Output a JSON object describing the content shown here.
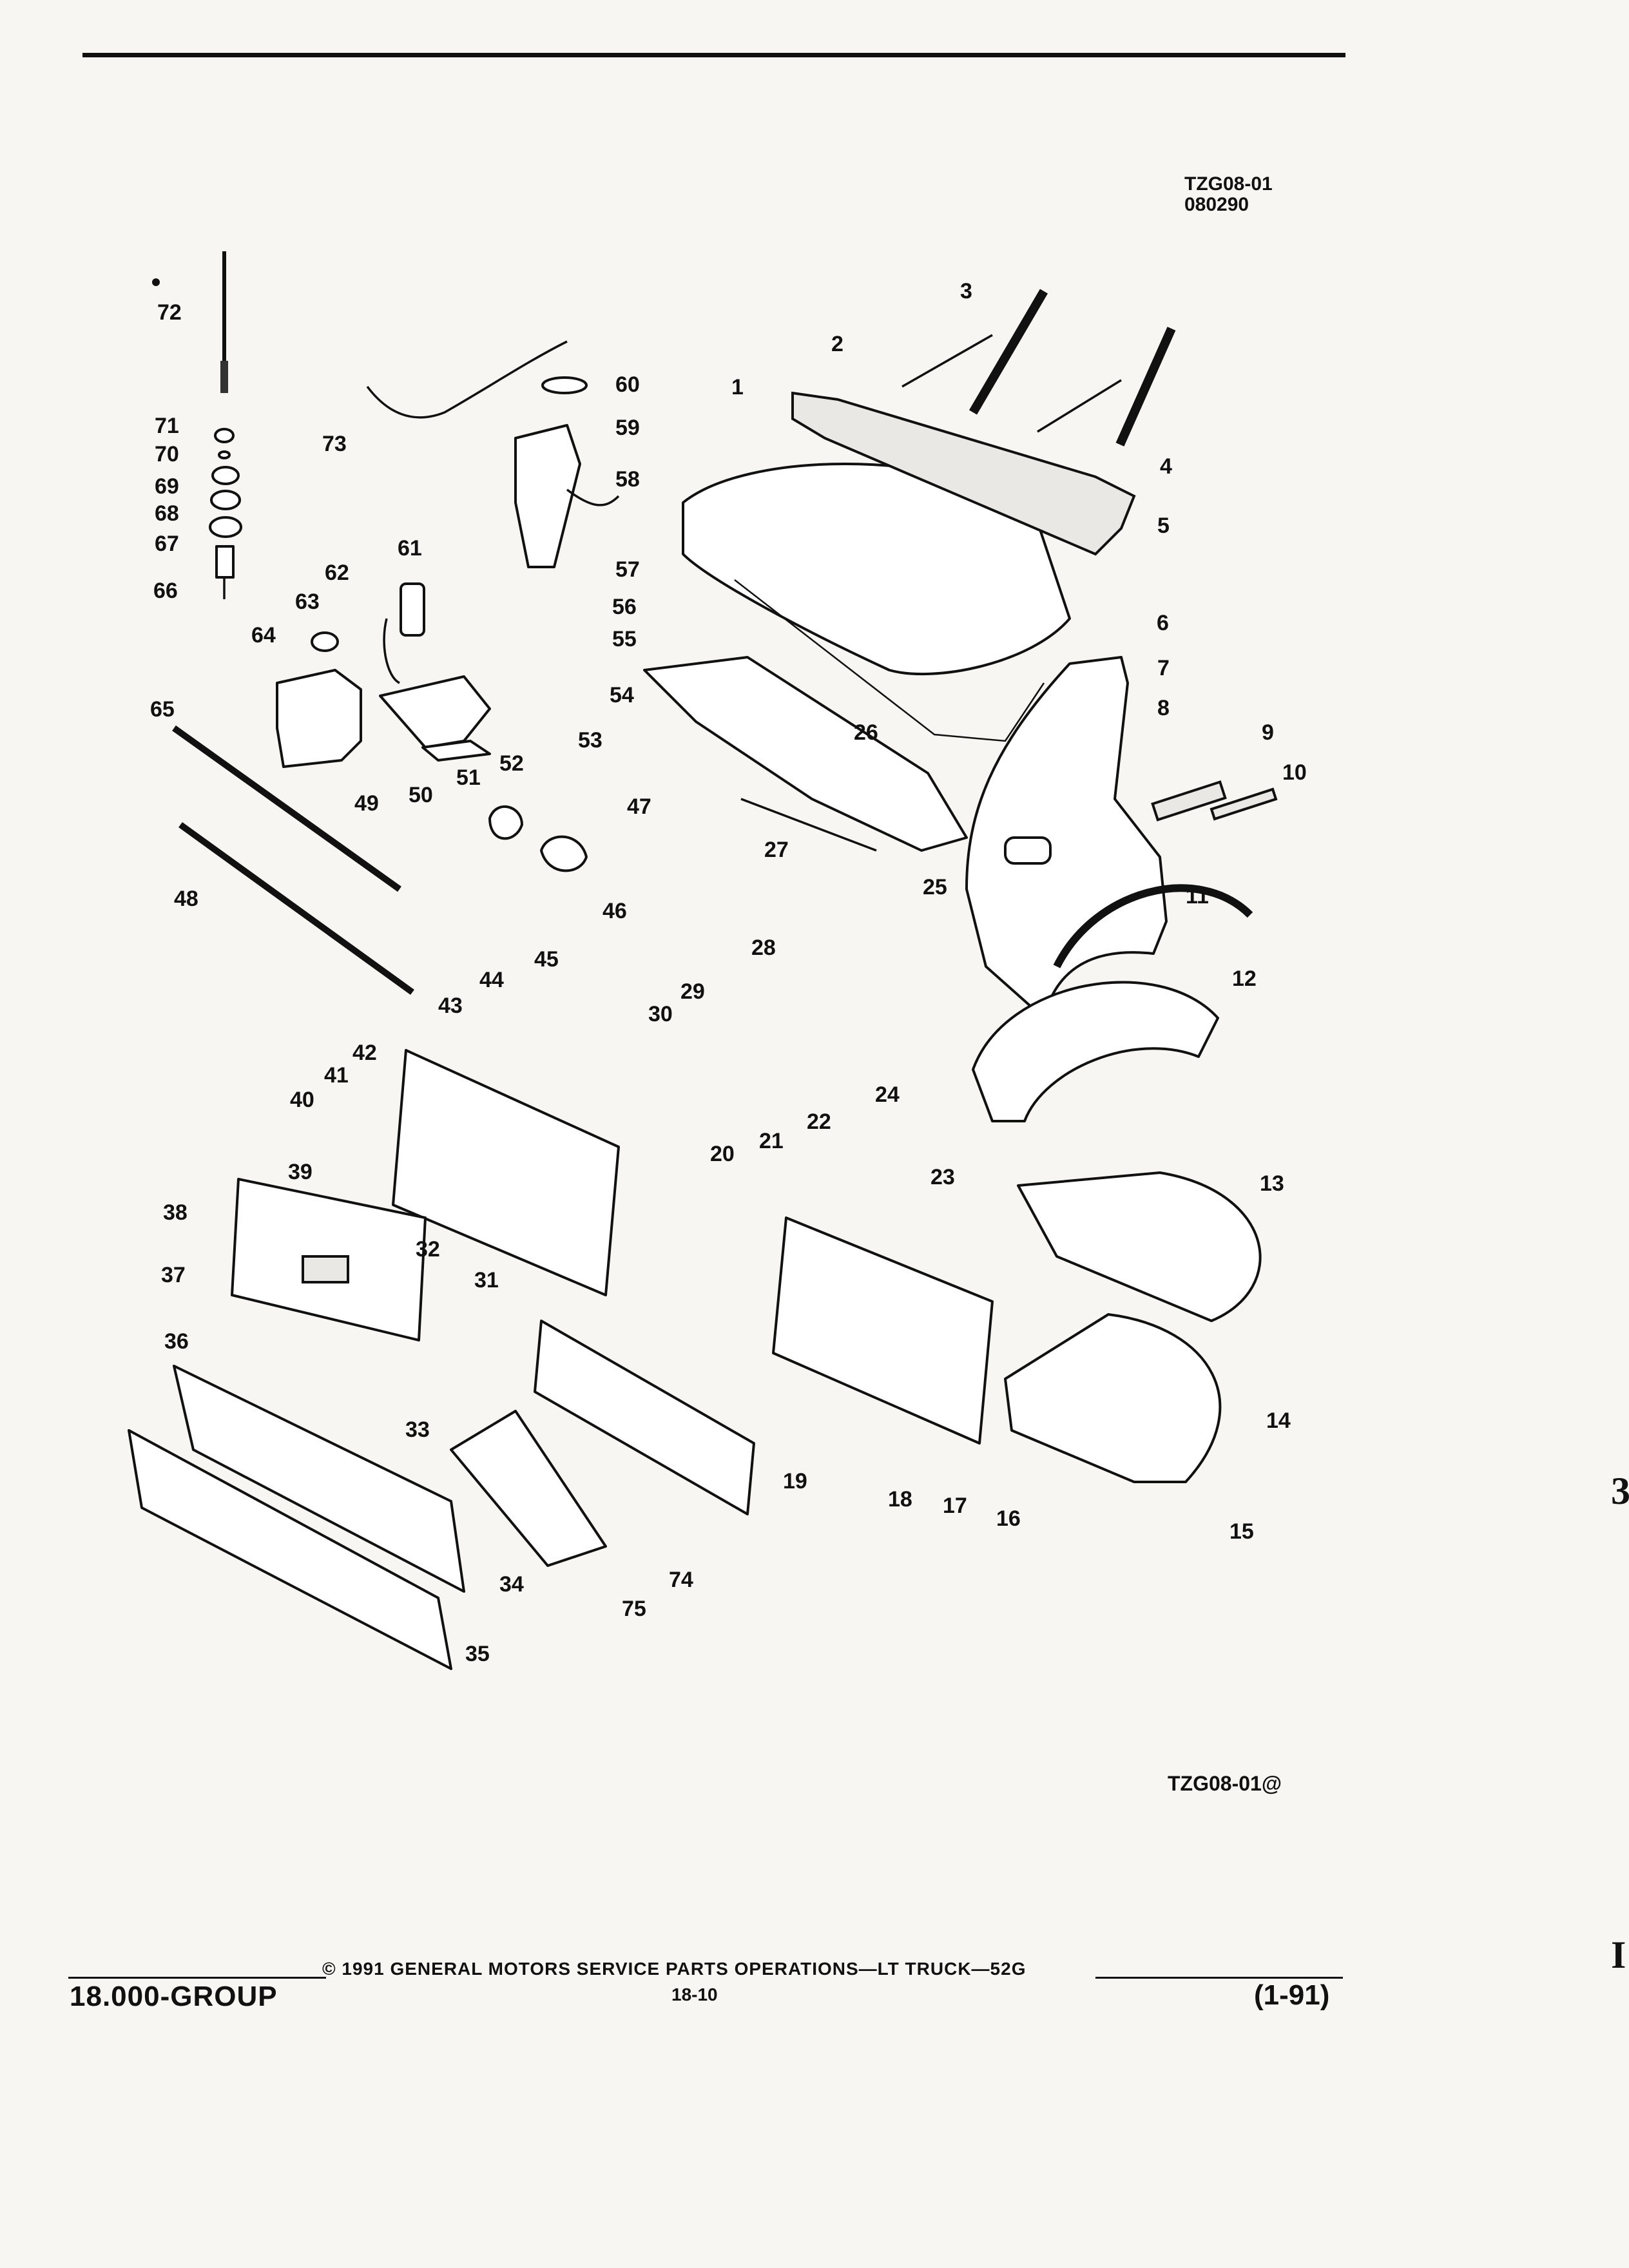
{
  "figure": {
    "id_line1": "TZG08-01",
    "id_line2": "080290",
    "reference": "TZG08-01@"
  },
  "callouts": [
    "1",
    "2",
    "3",
    "4",
    "5",
    "6",
    "7",
    "8",
    "9",
    "10",
    "11",
    "12",
    "13",
    "14",
    "15",
    "16",
    "17",
    "18",
    "19",
    "20",
    "21",
    "22",
    "23",
    "24",
    "25",
    "26",
    "27",
    "28",
    "29",
    "30",
    "31",
    "32",
    "33",
    "34",
    "35",
    "36",
    "37",
    "38",
    "39",
    "40",
    "41",
    "42",
    "43",
    "44",
    "45",
    "46",
    "47",
    "48",
    "49",
    "50",
    "51",
    "52",
    "53",
    "54",
    "55",
    "56",
    "57",
    "58",
    "59",
    "60",
    "61",
    "62",
    "63",
    "64",
    "65",
    "66",
    "67",
    "68",
    "69",
    "70",
    "71",
    "72",
    "73",
    "74",
    "75"
  ],
  "footer": {
    "group": "18.000-GROUP",
    "copyright": "© 1991 GENERAL MOTORS SERVICE PARTS OPERATIONS—LT TRUCK—52G",
    "page": "18-10",
    "date": "(1-91)"
  },
  "edge_marks": [
    "3",
    "I"
  ]
}
